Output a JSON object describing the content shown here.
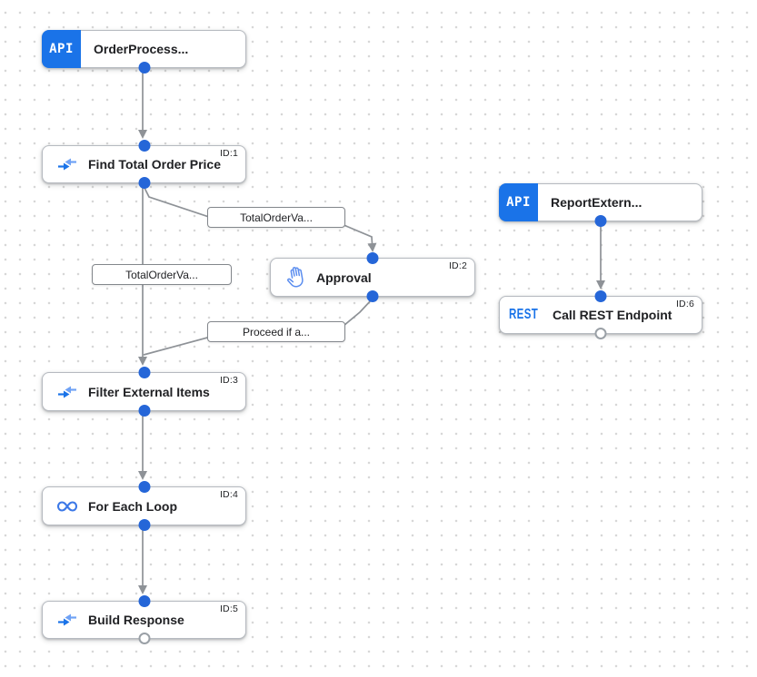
{
  "canvas": {
    "type": "integration-workflow-designer",
    "grid_dot_color": "#d7d7d7",
    "accent_blue": "#1a73e8",
    "connection_dot_blue": "#2566d8",
    "edge_gray": "#8e9297"
  },
  "nodes": [
    {
      "label": "OrderProcess...",
      "badge": "API",
      "kind": "api-trigger"
    },
    {
      "label": "Find Total Order Price",
      "id_label": "ID:1",
      "icon": "data-mapping-icon"
    },
    {
      "label": "Approval",
      "id_label": "ID:2",
      "icon": "approval-hand-icon"
    },
    {
      "label": "Filter External Items",
      "id_label": "ID:3",
      "icon": "data-mapping-icon"
    },
    {
      "label": "For Each Loop",
      "id_label": "ID:4",
      "icon": "for-each-loop-icon"
    },
    {
      "label": "Build Response",
      "id_label": "ID:5",
      "icon": "data-mapping-icon"
    },
    {
      "label": "ReportExtern...",
      "badge": "API",
      "kind": "api-trigger"
    },
    {
      "label": "Call REST Endpoint",
      "id_label": "ID:6",
      "icon": "rest-icon",
      "icon_text": "REST"
    }
  ],
  "edge_labels": [
    {
      "text": "TotalOrderVa..."
    },
    {
      "text": "TotalOrderVa..."
    },
    {
      "text": "Proceed if a..."
    }
  ]
}
